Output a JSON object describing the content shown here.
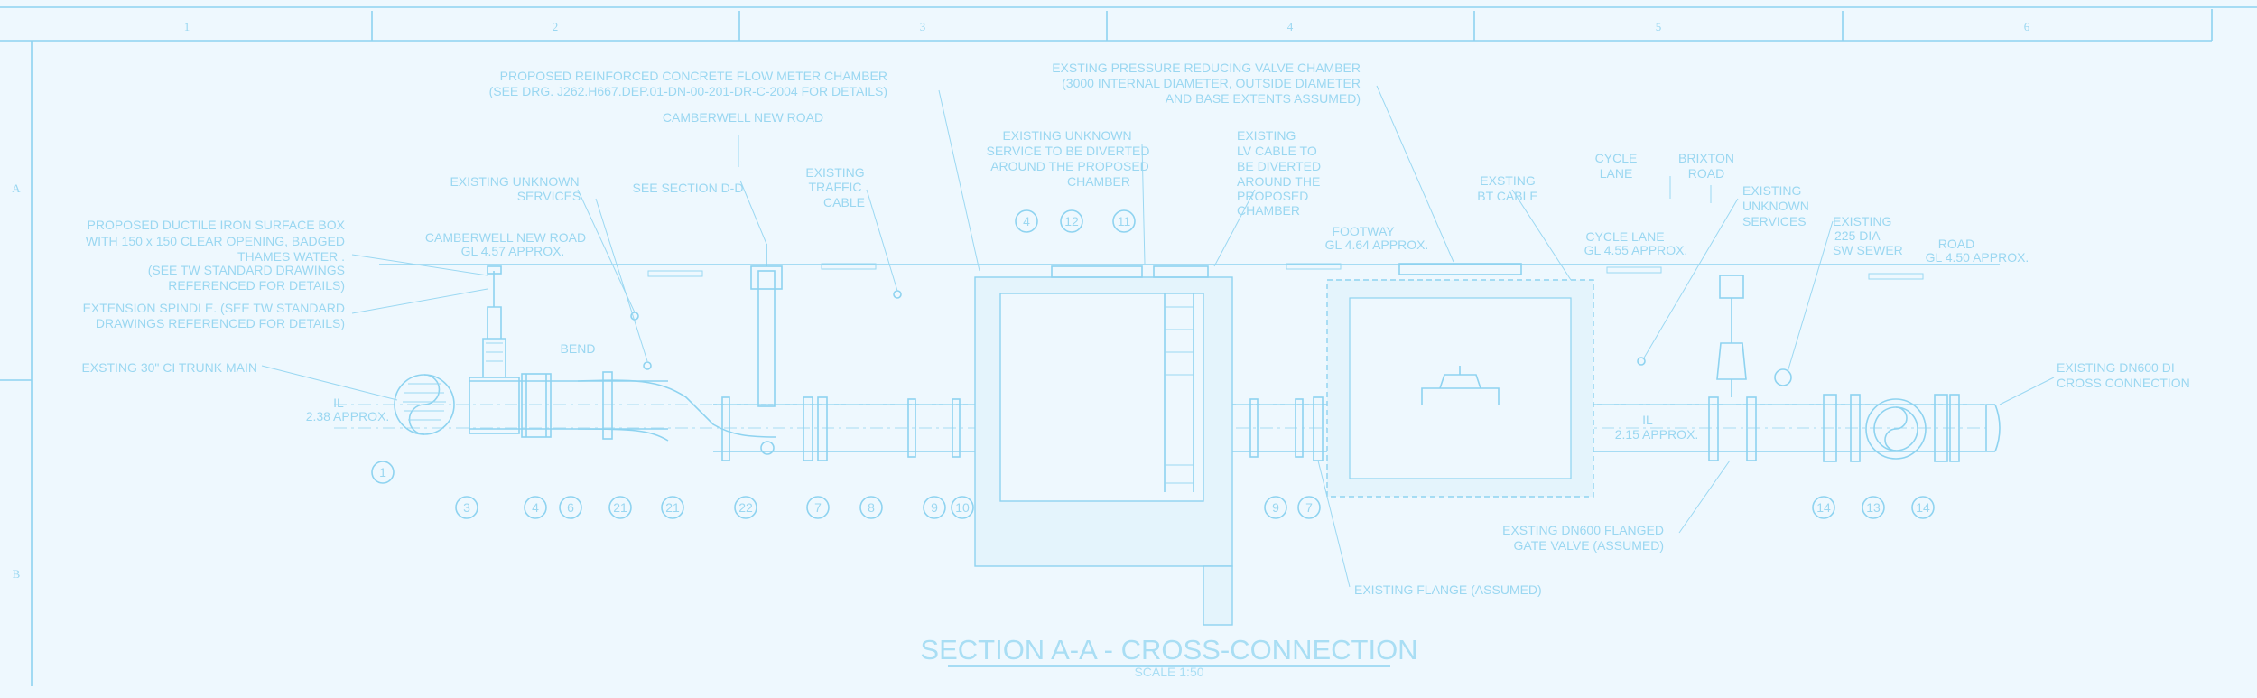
{
  "sheet": {
    "grid_columns": [
      "1",
      "2",
      "3",
      "4",
      "5",
      "6"
    ],
    "grid_rows": [
      "A",
      "B"
    ]
  },
  "title": {
    "main": "SECTION A-A - CROSS-CONNECTION",
    "scale": "SCALE 1:50"
  },
  "labels": {
    "surface_box": [
      "PROPOSED DUCTILE IRON SURFACE BOX",
      "WITH 150 x 150 CLEAR OPENING, BADGED",
      "THAMES WATER .",
      "(SEE TW STANDARD DRAWINGS",
      "REFERENCED FOR DETAILS)"
    ],
    "spindle": [
      "EXTENSION SPINDLE. (SEE TW STANDARD",
      "DRAWINGS REFERENCED FOR DETAILS)"
    ],
    "trunk_main": "EXSTING 30\" CI TRUNK MAIN",
    "il_left": [
      "IL",
      "2.38 APPROX."
    ],
    "unknown_services_1": [
      "EXISTING UNKNOWN",
      "SERVICES"
    ],
    "gl_camberwell": [
      "CAMBERWELL NEW ROAD",
      "GL 4.57 APPROX."
    ],
    "bend": "BEND",
    "flow_meter": [
      "PROPOSED REINFORCED CONCRETE FLOW METER CHAMBER",
      "(SEE DRG. J262.H667.DEP.01-DN-00-201-DR-C-2004 FOR DETAILS)"
    ],
    "camberwell_road": "CAMBERWELL NEW ROAD",
    "see_section": "SEE SECTION D-D",
    "traffic_cable": [
      "EXISTING",
      "TRAFFIC",
      "CABLE"
    ],
    "unknown_service_diverted": [
      "EXISTING UNKNOWN",
      "SERVICE TO BE DIVERTED",
      "AROUND THE PROPOSED",
      "CHAMBER"
    ],
    "lv_cable": [
      "EXISTING",
      "LV CABLE TO",
      "BE DIVERTED",
      "AROUND THE",
      "PROPOSED",
      "CHAMBER"
    ],
    "prv_chamber": [
      "EXSTING PRESSURE REDUCING VALVE CHAMBER",
      "(3000 INTERNAL DIAMETER, OUTSIDE DIAMETER",
      "AND BASE EXTENTS ASSUMED)"
    ],
    "footway": [
      "FOOTWAY",
      "GL 4.64 APPROX."
    ],
    "bt_cable": [
      "EXSTING",
      "BT CABLE"
    ],
    "cycle_lane_top": [
      "CYCLE",
      "LANE"
    ],
    "brixton_road": [
      "BRIXTON",
      "ROAD"
    ],
    "cycle_lane_gl": [
      "CYCLE LANE",
      "GL 4.55 APPROX."
    ],
    "unknown_services_2": [
      "EXISTING",
      "UNKNOWN",
      "SERVICES"
    ],
    "sw_sewer": [
      "EXISTING",
      "225 DIA",
      "SW SEWER"
    ],
    "road_gl": [
      "ROAD",
      "GL 4.50 APPROX."
    ],
    "il_right": [
      "IL",
      "2.15 APPROX."
    ],
    "dn600_cross": [
      "EXISTING  DN600 DI",
      "CROSS CONNECTION"
    ],
    "gate_valve": [
      "EXSTING DN600 FLANGED",
      "GATE VALVE (ASSUMED)"
    ],
    "existing_flange": "EXISTING FLANGE (ASSUMED)"
  },
  "bubbles": {
    "b1": "1",
    "b3": "3",
    "b4a": "4",
    "b6": "6",
    "b21a": "21",
    "b21b": "21",
    "b22": "22",
    "b7a": "7",
    "b8": "8",
    "b9": "9",
    "b10": "10",
    "b4b": "4",
    "b12": "12",
    "b11": "11",
    "b9b": "9",
    "b7b": "7",
    "b14a": "14",
    "b13": "13",
    "b14b": "14"
  },
  "colors": {
    "line": "#8ed3f0",
    "text": "#9ad7f1",
    "background": "#eef8fe"
  }
}
